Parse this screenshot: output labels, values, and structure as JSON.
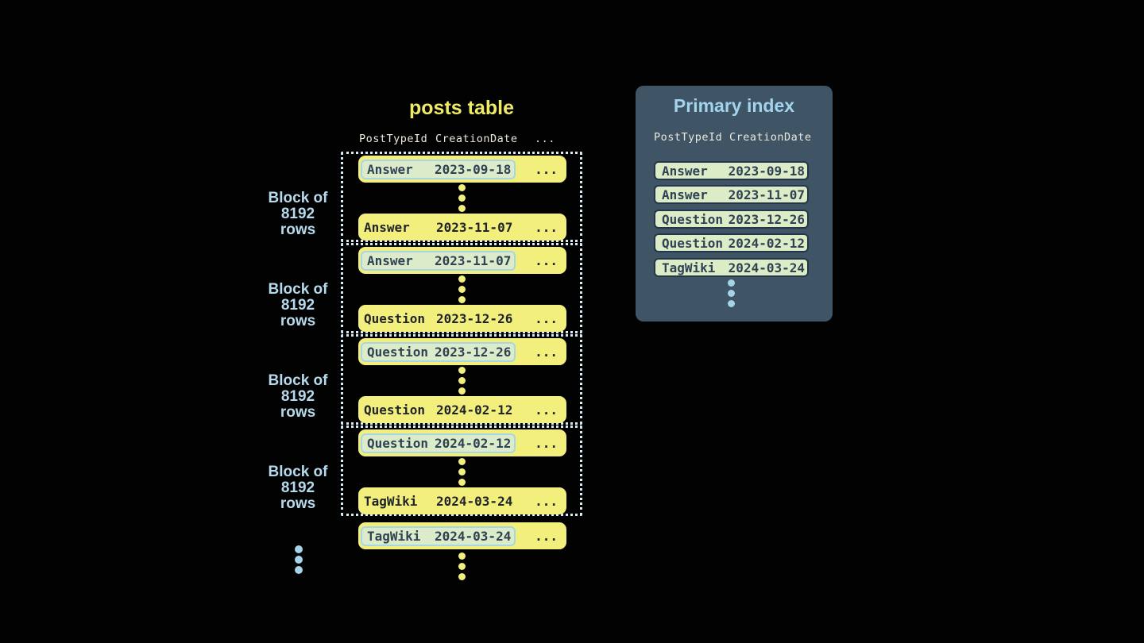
{
  "posts_table": {
    "title": "posts table",
    "headers": {
      "col1": "PostTypeId",
      "col2": "CreationDate",
      "more": "..."
    },
    "row_more": "...",
    "blocks": [
      {
        "label_line1": "Block of",
        "label_line2": "8192 rows",
        "first_row": {
          "type": "Answer",
          "date": "2023-09-18"
        },
        "last_row": {
          "type": "Answer",
          "date": "2023-11-07"
        }
      },
      {
        "label_line1": "Block of",
        "label_line2": "8192 rows",
        "first_row": {
          "type": "Answer",
          "date": "2023-11-07"
        },
        "last_row": {
          "type": "Question",
          "date": "2023-12-26"
        }
      },
      {
        "label_line1": "Block of",
        "label_line2": "8192 rows",
        "first_row": {
          "type": "Question",
          "date": "2023-12-26"
        },
        "last_row": {
          "type": "Question",
          "date": "2024-02-12"
        }
      },
      {
        "label_line1": "Block of",
        "label_line2": "8192 rows",
        "first_row": {
          "type": "Question",
          "date": "2024-02-12"
        },
        "last_row": {
          "type": "TagWiki",
          "date": "2024-03-24"
        }
      }
    ],
    "overflow_row": {
      "type": "TagWiki",
      "date": "2024-03-24"
    }
  },
  "primary_index": {
    "title": "Primary index",
    "headers": {
      "col1": "PostTypeId",
      "col2": "CreationDate"
    },
    "rows": [
      {
        "type": "Answer",
        "date": "2023-09-18"
      },
      {
        "type": "Answer",
        "date": "2023-11-07"
      },
      {
        "type": "Question",
        "date": "2023-12-26"
      },
      {
        "type": "Question",
        "date": "2024-02-12"
      },
      {
        "type": "TagWiki",
        "date": "2024-03-24"
      }
    ]
  },
  "colors": {
    "background": "#020203",
    "row_yellow": "#f3ef7c",
    "title_yellow": "#f0eb67",
    "highlight_green": "#dcecca",
    "highlight_border_blue": "#a8d6e5",
    "block_border": "#d8ebf3",
    "label_blue": "#b6daeb",
    "header_cream": "#ece9dd",
    "panel_slate": "#3f5464",
    "panel_row_green": "#dcecc6",
    "panel_row_border": "#243649",
    "dark_text": "#20242a",
    "highlight_text": "#2f4255",
    "blue_dot": "#a6d3e7",
    "index_title_blue": "#a3d4ee"
  }
}
